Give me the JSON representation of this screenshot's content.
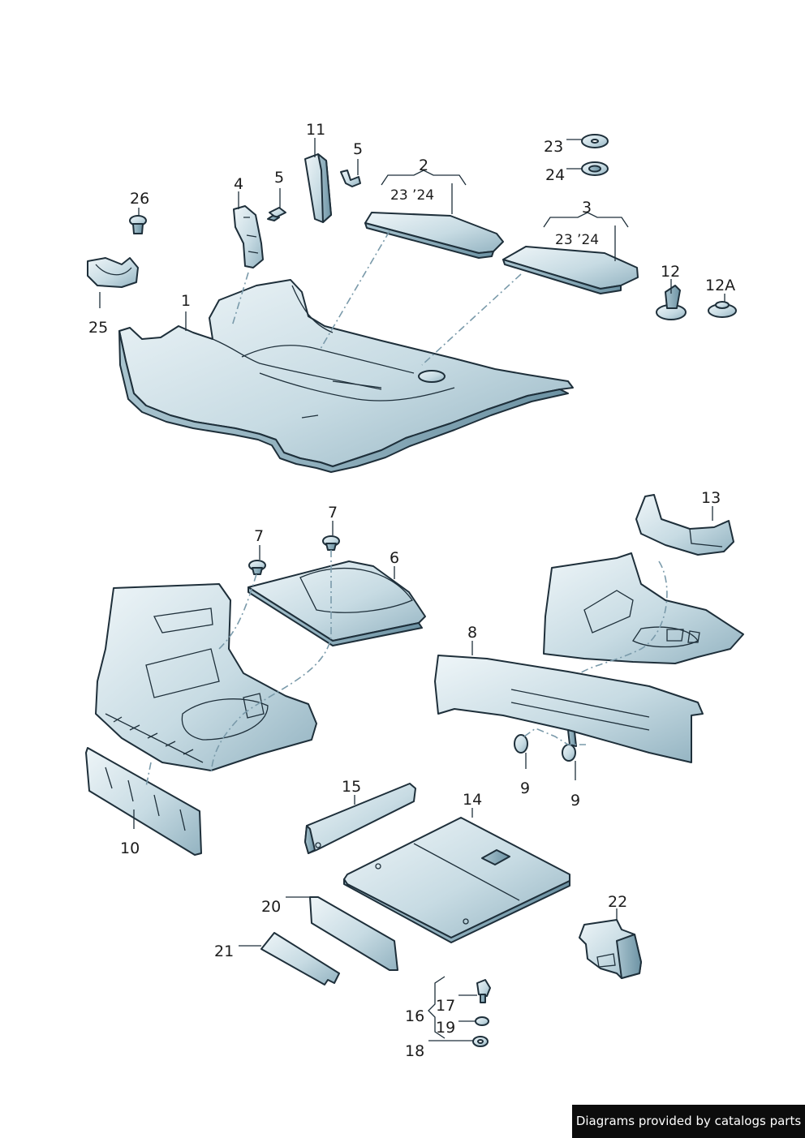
{
  "labels": {
    "p1": "1",
    "p2": "2",
    "p3": "3",
    "p4": "4",
    "p5a": "5",
    "p5b": "5",
    "p6": "6",
    "p7a": "7",
    "p7b": "7",
    "p8": "8",
    "p9a": "9",
    "p9b": "9",
    "p10": "10",
    "p11": "11",
    "p12": "12",
    "p12a": "12A",
    "p13": "13",
    "p14": "14",
    "p15": "15",
    "p16": "16",
    "p17": "17",
    "p18": "18",
    "p19": "19",
    "p20": "20",
    "p21": "21",
    "p22": "22",
    "p23": "23",
    "p24": "24",
    "p25": "25",
    "p26": "26",
    "note2": "23 ’24",
    "note3": "23 ’24"
  },
  "footer": {
    "text": "Diagrams provided by catalogs parts"
  },
  "colors": {
    "part_fill": "#c7dbe3",
    "outline": "#1e2f3a",
    "dashed_line": "#7a9aaa"
  }
}
